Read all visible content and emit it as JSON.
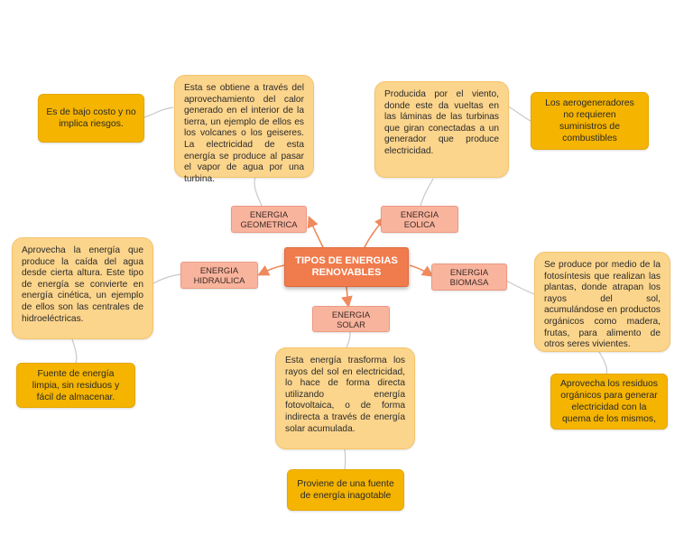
{
  "center": {
    "title": "TIPOS DE ENERGIAS RENOVABLES"
  },
  "branches": {
    "geometrica": {
      "topic": "ENERGIA GEOMETRICA",
      "description": "Esta se obtiene a través del aprovechamiento del calor generado en el interior de la tierra, un ejemplo de ellos es los volcanes o los geiseres. La electricidad de esta energía se produce al pasar el vapor de agua por una turbina.",
      "note": "Es de bajo costo y no implica riesgos."
    },
    "eolica": {
      "topic": "ENERGIA EOLICA",
      "description": "Producida por el viento, donde este da vueltas en las láminas de las turbinas que giran conectadas a un generador que produce electricidad.",
      "note": "Los aerogeneradores no requieren suministros de combustibles"
    },
    "hidraulica": {
      "topic": "ENERGIA HIDRAULICA",
      "description": "Aprovecha la energía que produce la caída del agua desde cierta altura. Este tipo de energía se convierte en energía cinética, un ejemplo de ellos son las centrales de hidroeléctricas.",
      "note": "Fuente de energía limpia, sin residuos y fácil de almacenar."
    },
    "biomasa": {
      "topic": "ENERGIA BIOMASA",
      "description": "Se produce por medio de la fotosíntesis que realizan las plantas, donde atrapan los rayos del sol, acumulándose en productos orgánicos como madera, frutas, para alimento de otros seres vivientes.",
      "note": "Aprovecha los residuos orgánicos para generar electricidad con la quema de los mismos,"
    },
    "solar": {
      "topic": "ENERGIA SOLAR",
      "description": "Esta energía trasforma los rayos del sol en electricidad, lo hace de forma directa utilizando energía fotovoltaica, o de forma indirecta a través de energía solar acumulada.",
      "note": "Proviene de una fuente de energía inagotable"
    }
  },
  "colors": {
    "center": "#f07b4c",
    "topic": "#f9b49e",
    "description": "#fcd58c",
    "note": "#f5b400",
    "arrow": "#f08a5d",
    "connector": "#c9c9c9"
  }
}
